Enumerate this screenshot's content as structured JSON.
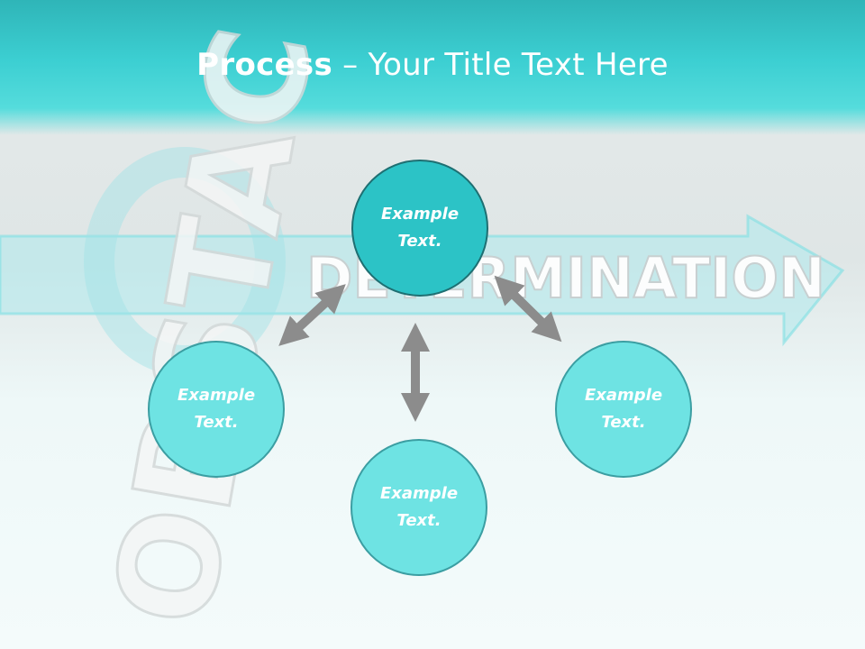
{
  "slide": {
    "title_bold": "Process",
    "title_rest": " – Your Title Text Here"
  },
  "background": {
    "word_right": "DETERMINATION",
    "word_left": "OBSTAC"
  },
  "nodes": [
    {
      "id": "top",
      "label": "Example Text."
    },
    {
      "id": "left",
      "label": "Example Text."
    },
    {
      "id": "bottom",
      "label": "Example Text."
    },
    {
      "id": "right",
      "label": "Example Text."
    }
  ],
  "colors": {
    "header": "#3ccfd2",
    "node_center": "#2cc3c6",
    "node_outer": "#6ee3e3",
    "arrow": "#8c8c8c"
  }
}
